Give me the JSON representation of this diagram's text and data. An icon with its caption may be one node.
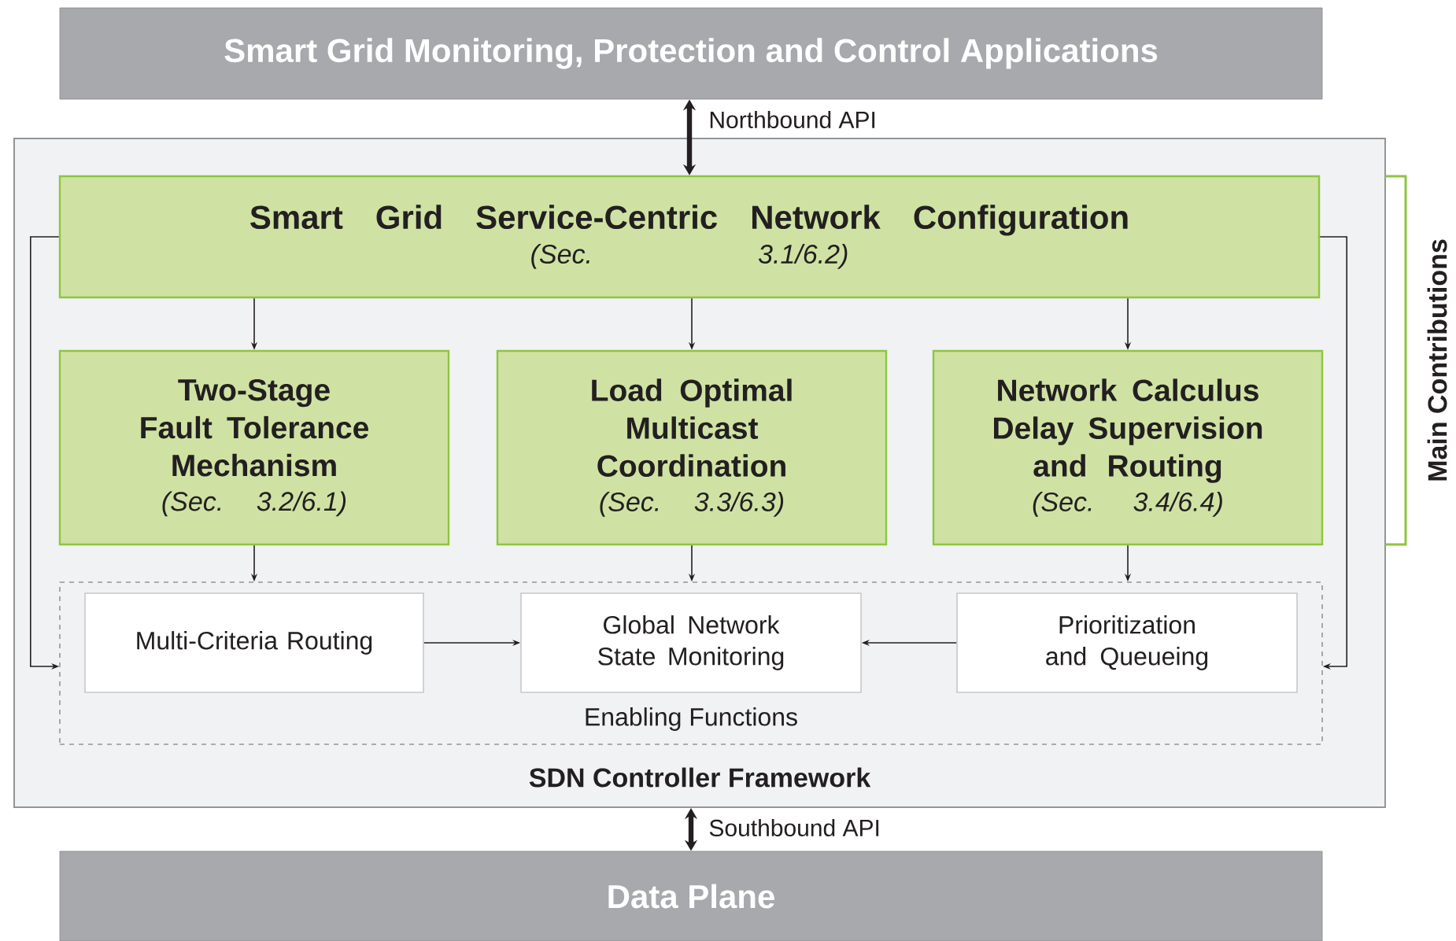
{
  "diagram": {
    "nodes": [
      {
        "text": [
          "Smart Grid Monitoring, Protection and Control Applications"
        ]
      },
      {
        "text": [
          "SDN Controller Framework"
        ]
      },
      {
        "text": [
          "Smart Grid Service-Centric Network Configuration",
          "(Sec. 3.1/6.2)"
        ],
        "in": 1
      },
      {
        "text": [
          "Two-Stage Fault Tolerance Mechanism",
          "(Sec. 3.2/6.1)"
        ],
        "in": 1
      },
      {
        "text": [
          "Load Optimal Multicast Coordination",
          "(Sec. 3.3/6.3)"
        ],
        "in": 1
      },
      {
        "text": [
          "Network Calculus Delay Supervision and Routing",
          "(Sec. 3.4/6.4)"
        ],
        "in": 1
      },
      {
        "text": [
          "Enabling Functions"
        ],
        "in": 1
      },
      {
        "text": [
          "Multi-Criteria Routing"
        ],
        "in": 6
      },
      {
        "text": [
          "Global Network State Monitoring"
        ],
        "in": 6
      },
      {
        "text": [
          "Prioritization and Queueing"
        ],
        "in": 6
      },
      {
        "text": [
          "Data Plane"
        ]
      }
    ],
    "edges": [
      {
        "from": 0,
        "to": 2,
        "arrow": "both",
        "label": "Northbound API",
        "style": "thick"
      },
      {
        "from": 2,
        "to": 3,
        "arrow": "to"
      },
      {
        "from": 2,
        "to": 4,
        "arrow": "to"
      },
      {
        "from": 2,
        "to": 5,
        "arrow": "to"
      },
      {
        "from": 3,
        "to": 6,
        "arrow": "to"
      },
      {
        "from": 4,
        "to": 6,
        "arrow": "to"
      },
      {
        "from": 5,
        "to": 6,
        "arrow": "to"
      },
      {
        "from": 2,
        "to": 6,
        "arrow": "to"
      },
      {
        "from": 2,
        "to": 6,
        "arrow": "to"
      },
      {
        "from": 7,
        "to": 8,
        "arrow": "to"
      },
      {
        "from": 9,
        "to": 8,
        "arrow": "to"
      },
      {
        "from": 1,
        "to": 10,
        "arrow": "both",
        "label": "Southbound API",
        "style": "thick"
      }
    ],
    "labels": [
      "Main Contributions"
    ]
  }
}
